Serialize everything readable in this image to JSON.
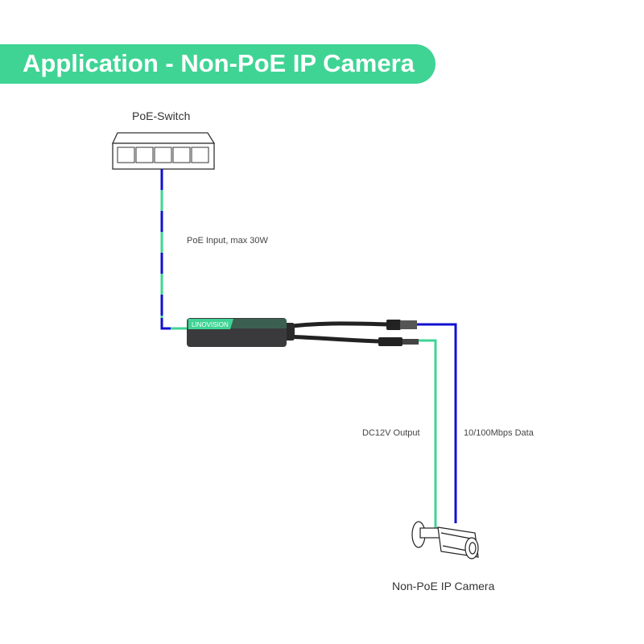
{
  "title": "Application - Non-PoE IP Camera",
  "nodes": {
    "switch": "PoE-Switch",
    "injector_brand": "LINOVISION",
    "camera": "Non-PoE IP Camera"
  },
  "links": {
    "poe_input": "PoE Input, max 30W",
    "dc_output": "DC12V Output",
    "data": "10/100Mbps Data"
  },
  "colors": {
    "accent": "#3fd494",
    "data_line": "#1010d0",
    "power_line": "#3fd494"
  }
}
